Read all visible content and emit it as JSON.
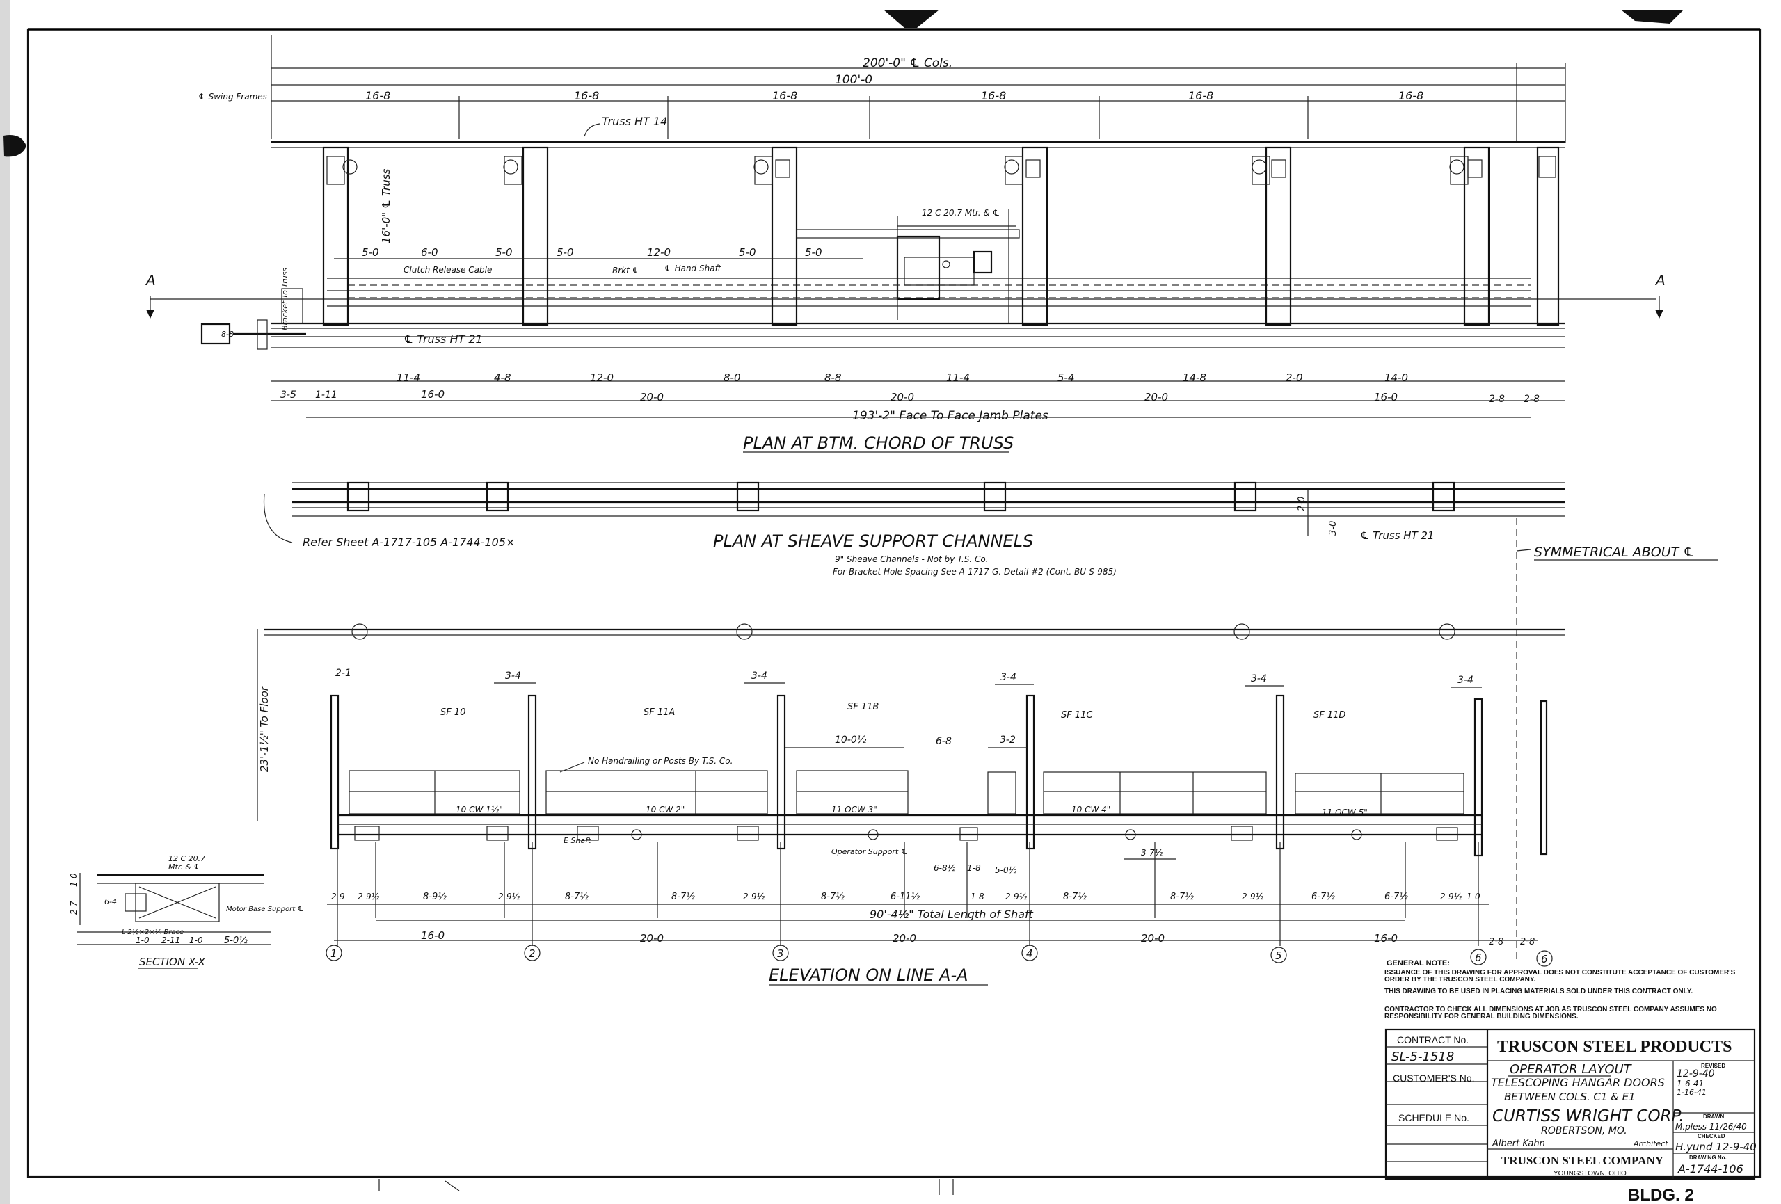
{
  "top_dims": {
    "overall": "200'-0\" ℄ Cols.",
    "half": "100'-0",
    "left_label": "℄ Swing Frames",
    "bays": [
      "16-8",
      "16-8",
      "16-8",
      "16-8",
      "16-8",
      "16-8"
    ],
    "truss_label": "Truss HT 14"
  },
  "plan_truss": {
    "title": "PLAN AT BTM. CHORD OF TRUSS",
    "notes": {
      "vertical": "16'-0\" ℄ Truss",
      "clutch": "Clutch Release Cable",
      "brkt": "Brkt ℄",
      "hand_shaft": "℄ Hand Shaft",
      "bracket_truss": "Bracket To Truss",
      "angle": "12 C 20.7 Mtr. & ℄",
      "truss_ht21": "℄ Truss HT 21",
      "section_left": "A",
      "section_right": "A",
      "pad": "8-8"
    },
    "upper_dims": [
      "5-0",
      "6-0",
      "5-0",
      "5-0",
      "12-0",
      "5-0",
      "5-0"
    ],
    "lower_dims_a": [
      "3-5",
      "1-11",
      "11-4",
      "4-8",
      "12-0",
      "8-0",
      "8-8",
      "11-4",
      "5-4",
      "14-8",
      "2-0",
      "14-0"
    ],
    "lower_dims_b": [
      "16-0",
      "20-0",
      "20-0",
      "20-0",
      "16-0",
      "2-8",
      "2-8"
    ],
    "face_to_face": "193'-2\" Face To Face Jamb Plates"
  },
  "plan_sheave": {
    "title": "PLAN AT SHEAVE SUPPORT CHANNELS",
    "note1": "9\" Sheave Channels - Not by T.S. Co.",
    "note2": "For Bracket Hole Spacing See A-1717-G. Detail #2 (Cont. BU-S-985)",
    "refer": "Refer Sheet A-1717-105 A-1744-105×",
    "dim_a": "2-0",
    "dim_b": "3-0",
    "truss": "℄ Truss HT 21",
    "symmetrical": "SYMMETRICAL ABOUT ℄"
  },
  "elevation": {
    "title": "ELEVATION ON LINE A-A",
    "height": "23'-1½\" To Floor",
    "door_labels": [
      "SF 10",
      "SF 11A",
      "SF 11B",
      "SF 11C",
      "SF 11D"
    ],
    "top_dims": [
      "2-1",
      "3-4",
      "3-4",
      "3-4",
      "3-4",
      "3-4"
    ],
    "mid_dims": [
      "10-0½",
      "6-8",
      "3-2"
    ],
    "note_handrail": "No Handrailing or Posts By T.S. Co.",
    "shaft_labels": [
      "10 CW 1½\"",
      "10 CW 2\"",
      "11 OCW 3\"",
      "10 CW 4\"",
      "11 OCW 5\""
    ],
    "note_e_shaft": "E Shaft",
    "note_sup": "Operator Support ℄",
    "small_dims": [
      "6-8½",
      "1-8",
      "5-0½",
      "3-7½"
    ],
    "bottom_dims": [
      "2-9",
      "2-9½",
      "8-9½",
      "2-9½",
      "8-7½",
      "8-7½",
      "2-9½",
      "8-7½",
      "6-11½",
      "1-8",
      "2-9½",
      "8-7½",
      "8-7½",
      "2-9½",
      "6-7½",
      "6-7½",
      "2-9½",
      "1-0"
    ],
    "total_length": "90'-4½\" Total Length of Shaft",
    "col_dims": [
      "16-0",
      "20-0",
      "20-0",
      "20-0",
      "16-0",
      "2-8",
      "2-8"
    ],
    "columns": [
      "1",
      "2",
      "3",
      "4",
      "5",
      "6",
      "6"
    ]
  },
  "section": {
    "title": "SECTION X-X",
    "dims": [
      "1-0",
      "2-7",
      "5-0½",
      "1-0",
      "2-11",
      "1-0"
    ],
    "labels": [
      "12 C 20.7",
      "Mtr. & ℄",
      "Motor Base Support ℄",
      "L-2½×2×¼ Brace",
      "6-4"
    ]
  },
  "general_note": {
    "heading": "GENERAL NOTE:",
    "lines": [
      "ISSUANCE OF THIS DRAWING FOR APPROVAL DOES NOT CONSTITUTE ACCEPTANCE OF CUSTOMER'S ORDER BY THE TRUSCON STEEL COMPANY.",
      "THIS DRAWING TO BE USED IN PLACING MATERIALS SOLD UNDER THIS CONTRACT ONLY.",
      "CONTRACTOR TO CHECK ALL DIMENSIONS AT JOB AS TRUSCON STEEL COMPANY ASSUMES NO RESPONSIBILITY FOR GENERAL BUILDING DIMENSIONS."
    ]
  },
  "title_block": {
    "contract_label": "CONTRACT No.",
    "contract_value": "SL-5-1518",
    "customer_label": "CUSTOMER'S No.",
    "schedule_label": "SCHEDULE No.",
    "company_header": "TRUSCON STEEL PRODUCTS",
    "title1": "OPERATOR LAYOUT",
    "title2": "TELESCOPING HANGAR DOORS",
    "title3": "BETWEEN COLS. C1 & E1",
    "customer": "CURTISS WRIGHT CORP.",
    "location": "ROBERTSON, MO.",
    "architect_name": "Albert Kahn",
    "architect_label": "Architect",
    "company": "TRUSCON STEEL COMPANY",
    "city": "YOUNGSTOWN, OHIO",
    "revised_label": "REVISED",
    "revisions": [
      "12-9-40",
      "1-6-41",
      "1-16-41"
    ],
    "drawn_label": "DRAWN",
    "drawn_value": "M.pless 11/26/40",
    "checked_label": "CHECKED",
    "checked_value": "H.yund 12-9-40",
    "drawing_label": "DRAWING No.",
    "drawing_value": "A-1744-106",
    "bldg": "BLDG. 2"
  }
}
